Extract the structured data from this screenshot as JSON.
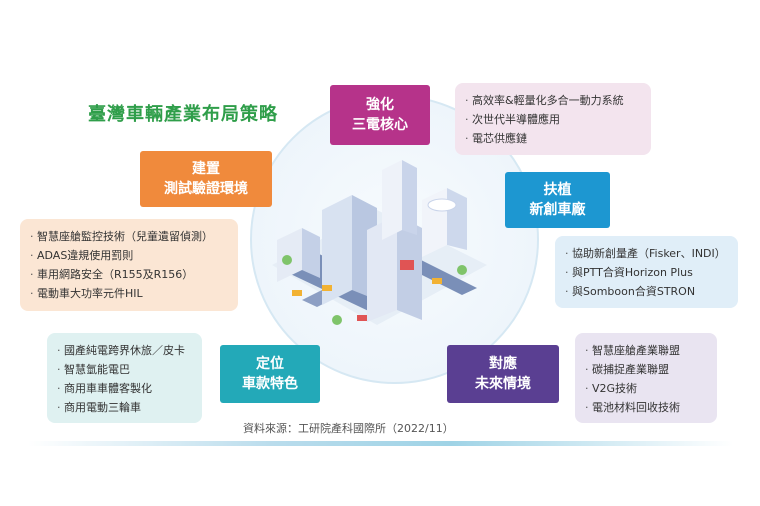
{
  "title": "臺灣車輛產業布局策略",
  "tags": {
    "strengthen": [
      "強化",
      "三電核心"
    ],
    "build": [
      "建置",
      "測試驗證環境"
    ],
    "foster": [
      "扶植",
      "新創車廠"
    ],
    "position": [
      "定位",
      "車款特色"
    ],
    "respond": [
      "對應",
      "未來情境"
    ]
  },
  "boxes": {
    "strengthen": [
      "高效率&輕量化多合一動力系統",
      "次世代半導體應用",
      "電芯供應鏈"
    ],
    "build": [
      "智慧座艙監控技術（兒童遺留偵測）",
      "ADAS違規使用罰則",
      "車用網路安全（R155及R156）",
      "電動車大功率元件HIL"
    ],
    "foster": [
      "協助新創量產（Fisker、INDI）",
      "與PTT合資Horizon Plus",
      "與Somboon合資STRON"
    ],
    "position": [
      "國產純電跨界休旅／皮卡",
      "智慧氫能電巴",
      "商用車車體客製化",
      "商用電動三輪車"
    ],
    "respond": [
      "智慧座艙產業聯盟",
      "碳捕捉產業聯盟",
      "V2G技術",
      "電池材料回收技術"
    ]
  },
  "source": "資料來源：工研院產科國際所（2022/11）",
  "colors": {
    "title": "#2f9e4a",
    "strengthen": "#b6338a",
    "build": "#f08a3c",
    "foster": "#1d97d1",
    "position": "#23a9b8",
    "respond": "#5a3f92"
  }
}
